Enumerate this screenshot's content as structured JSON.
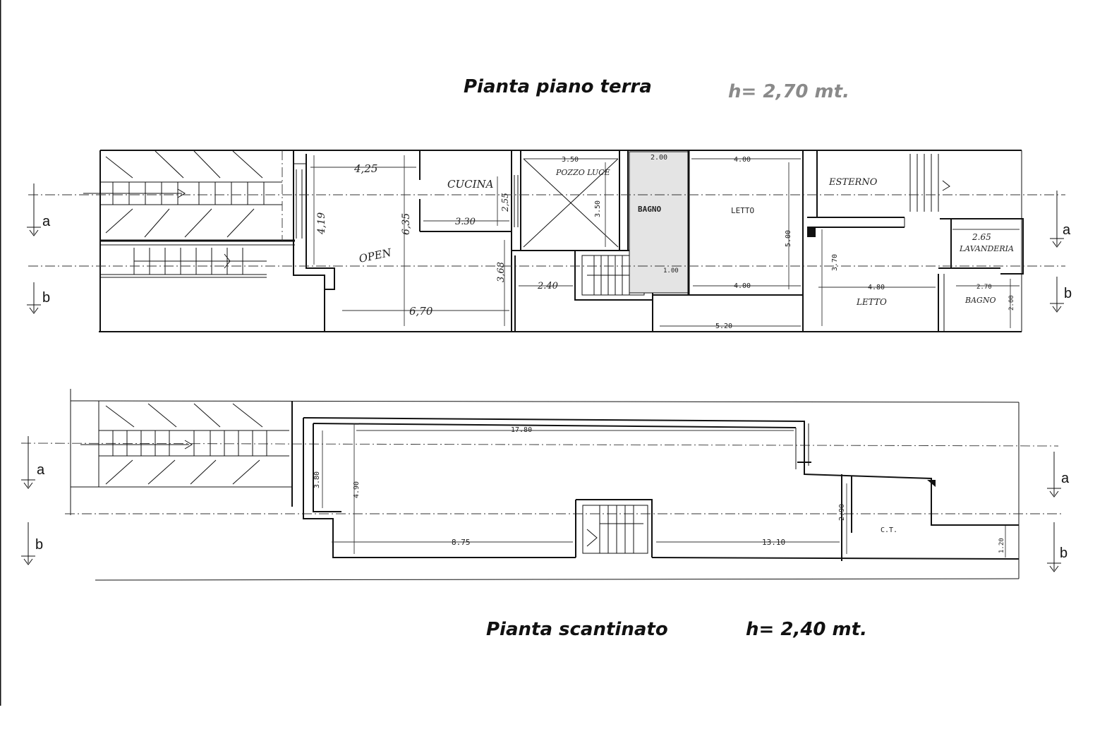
{
  "ground_floor": {
    "title": "Pianta piano terra",
    "height_note": "h= 2,70 mt.",
    "rooms": {
      "cucina": "CUCINA",
      "open": "OPEN",
      "pozzo_luce": "POZZO LUCE",
      "bagno_center": "BAGNO",
      "letto_center": "LETTO",
      "esterno": "ESTERNO",
      "lavanderia": "LAVANDERIA",
      "letto_right": "LETTO",
      "bagno_right": "BAGNO"
    },
    "dimensions": {
      "d_4_25": "4,25",
      "d_4_19": "4,19",
      "d_6_35": "6,35",
      "d_3_30": "3.30",
      "d_2_55": "2,55",
      "d_6_70": "6,70",
      "d_3_68": "3,68",
      "d_2_40": "2.40",
      "d_3_50_top": "3.50",
      "d_3_50_vert": "3.50",
      "d_2_00_top": "2.00",
      "d_1_00": "1.00",
      "d_4_00_top": "4.00",
      "d_5_00": "5.00",
      "d_4_00_bot": "4.00",
      "d_5_20": "5.20",
      "d_3_70": "3.70",
      "d_4_80": "4.80",
      "d_2_65": "2.65",
      "d_2_70": "2.70",
      "d_2_00_right": "2.00"
    }
  },
  "basement": {
    "title": "Pianta scantinato",
    "height_note": "h= 2,40 mt.",
    "rooms": {
      "ct": "C.T."
    },
    "dimensions": {
      "d_17_80": "17.80",
      "d_3_80": "3.80",
      "d_4_90": "4.90",
      "d_8_75": "8.75",
      "d_13_10": "13.10",
      "d_2_90": "2.90",
      "d_1_20": "1.20"
    }
  },
  "section_marks": {
    "a": "a",
    "b": "b"
  }
}
